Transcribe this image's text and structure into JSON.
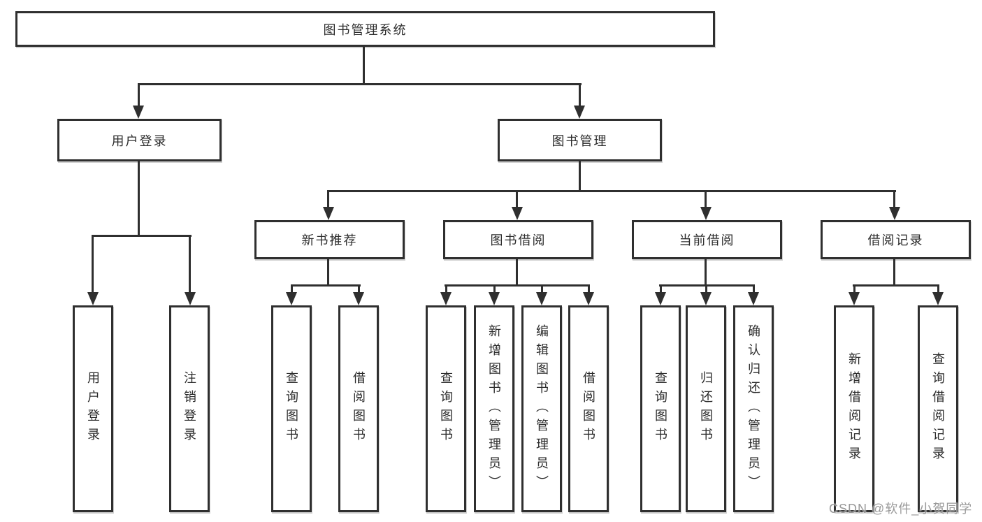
{
  "diagram_type": "tree",
  "colors": {
    "line": "#2f2f2f",
    "box_border": "#2f2f2f",
    "box_background": "#ffffff",
    "text": "#2c2c2c",
    "watermark": "#8f8f8f",
    "background": "#ffffff"
  },
  "watermark": {
    "text": "CSDN @软件_小贺同学"
  },
  "nodes": {
    "root": {
      "label": "图书管理系统"
    },
    "login": {
      "label": "用户登录"
    },
    "mgmt": {
      "label": "图书管理"
    },
    "rec": {
      "label": "新书推荐"
    },
    "borrow": {
      "label": "图书借阅"
    },
    "current": {
      "label": "当前借阅"
    },
    "record": {
      "label": "借阅记录"
    },
    "login_user": {
      "label": "用户登录"
    },
    "login_logout": {
      "label": "注销登录"
    },
    "rec_query": {
      "label": "查询图书"
    },
    "rec_borrow": {
      "label": "借阅图书"
    },
    "borrow_query": {
      "label": "查询图书"
    },
    "borrow_add": {
      "label": "新增图书（管理员）"
    },
    "borrow_edit": {
      "label": "编辑图书（管理员）"
    },
    "borrow_do": {
      "label": "借阅图书"
    },
    "cur_query": {
      "label": "查询图书"
    },
    "cur_return": {
      "label": "归还图书"
    },
    "cur_confirm": {
      "label": "确认归还（管理员）"
    },
    "record_add": {
      "label": "新增借阅记录"
    },
    "record_query": {
      "label": "查询借阅记录"
    }
  },
  "hierarchy": {
    "图书管理系统": {
      "用户登录": [
        "用户登录",
        "注销登录"
      ],
      "图书管理": {
        "新书推荐": [
          "查询图书",
          "借阅图书"
        ],
        "图书借阅": [
          "查询图书",
          "新增图书（管理员）",
          "编辑图书（管理员）",
          "借阅图书"
        ],
        "当前借阅": [
          "查询图书",
          "归还图书",
          "确认归还（管理员）"
        ],
        "借阅记录": [
          "新增借阅记录",
          "查询借阅记录"
        ]
      }
    }
  }
}
